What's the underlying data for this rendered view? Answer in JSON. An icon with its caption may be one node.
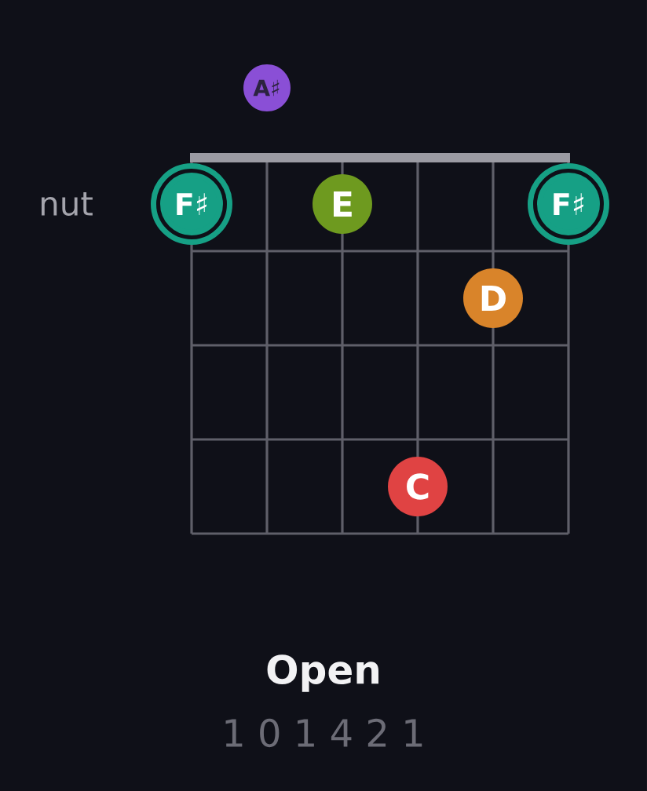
{
  "diagram": {
    "title": "Open",
    "nodes": [
      {
        "text": [
          "A♯"
        ]
      },
      {
        "text": [
          "F♯"
        ]
      },
      {
        "text": [
          "E"
        ]
      },
      {
        "text": [
          "F♯"
        ]
      },
      {
        "text": [
          "D"
        ]
      },
      {
        "text": [
          "C"
        ]
      }
    ],
    "labels": [
      "nut",
      "1 0 1 4 2 1"
    ]
  }
}
